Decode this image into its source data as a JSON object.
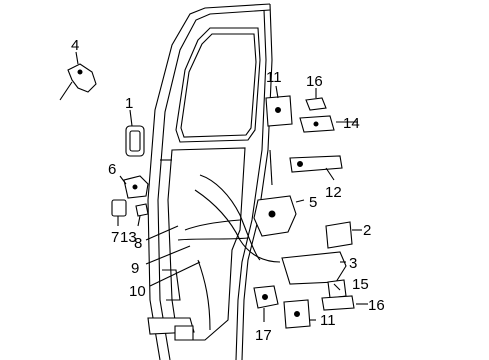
{
  "diagram": {
    "callouts": [
      {
        "id": "c4",
        "text": "4"
      },
      {
        "id": "c1",
        "text": "1"
      },
      {
        "id": "c6",
        "text": "6"
      },
      {
        "id": "c7",
        "text": "7"
      },
      {
        "id": "c13",
        "text": "13"
      },
      {
        "id": "c8",
        "text": "8"
      },
      {
        "id": "c9",
        "text": "9"
      },
      {
        "id": "c10",
        "text": "10"
      },
      {
        "id": "c11a",
        "text": "11"
      },
      {
        "id": "c16a",
        "text": "16"
      },
      {
        "id": "c14",
        "text": "14"
      },
      {
        "id": "c12",
        "text": "12"
      },
      {
        "id": "c5",
        "text": "5"
      },
      {
        "id": "c2",
        "text": "2"
      },
      {
        "id": "c3",
        "text": "3"
      },
      {
        "id": "c15",
        "text": "15"
      },
      {
        "id": "c16b",
        "text": "16"
      },
      {
        "id": "c11b",
        "text": "11"
      },
      {
        "id": "c17",
        "text": "17"
      }
    ]
  }
}
